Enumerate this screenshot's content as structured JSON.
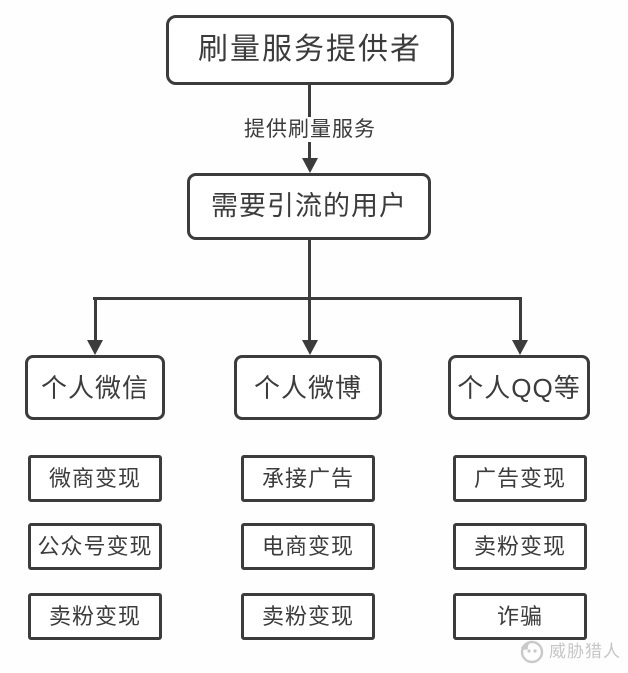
{
  "colors": {
    "line": "#3c3c3c",
    "text": "#3c3c3c",
    "box_background": "#ffffff",
    "page_background": "#fefefe",
    "watermark": "#c6c6c6"
  },
  "flowchart": {
    "root": {
      "label": "刷量服务提供者"
    },
    "edge": {
      "label": "提供刷量服务"
    },
    "hub": {
      "label": "需要引流的用户"
    },
    "columns": [
      {
        "header": "个人微信",
        "items": [
          "微商变现",
          "公众号变现",
          "卖粉变现"
        ]
      },
      {
        "header": "个人微博",
        "items": [
          "承接广告",
          "电商变现",
          "卖粉变现"
        ]
      },
      {
        "header": "个人QQ等",
        "items": [
          "广告变现",
          "卖粉变现",
          "诈骗"
        ]
      }
    ]
  },
  "watermark": {
    "brand": "威胁猎人",
    "logo": "threat-hunter-logo-icon"
  }
}
